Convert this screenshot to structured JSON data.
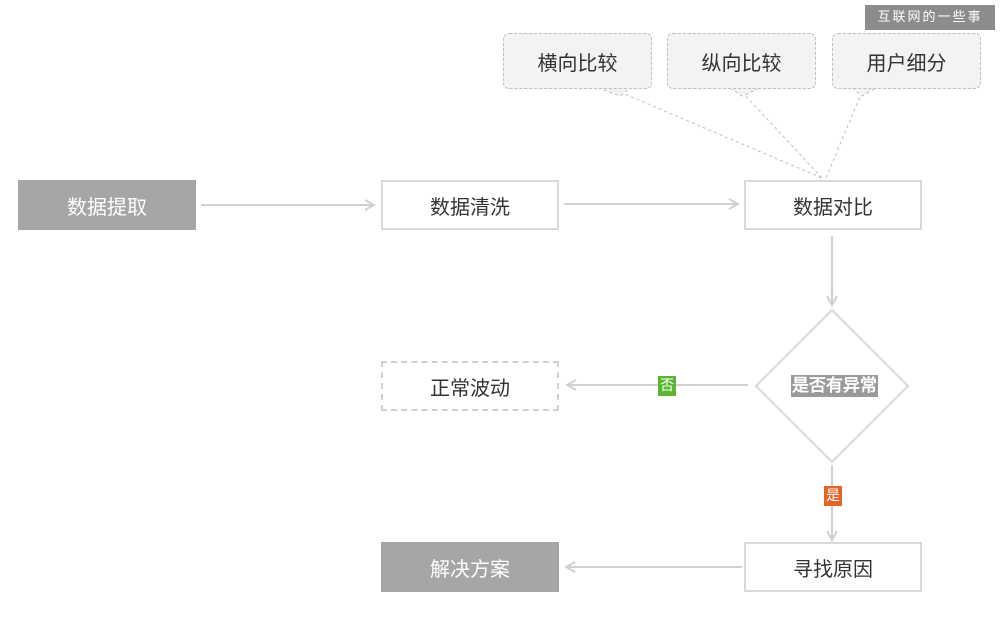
{
  "watermark": "互联网的一些事",
  "callouts": {
    "horizontal": "横向比较",
    "vertical": "纵向比较",
    "segment": "用户细分"
  },
  "nodes": {
    "extract": "数据提取",
    "clean": "数据清洗",
    "compare": "数据对比",
    "decision": "是否有异常",
    "normal": "正常波动",
    "find_cause": "寻找原因",
    "solution": "解决方案"
  },
  "edge_labels": {
    "no": "否",
    "yes": "是"
  },
  "colors": {
    "filled_node": "#a6a6a6",
    "border": "#d9d9d9",
    "arrow": "#d0d0d0",
    "no_label": "#5cb531",
    "yes_label": "#e0662a"
  }
}
